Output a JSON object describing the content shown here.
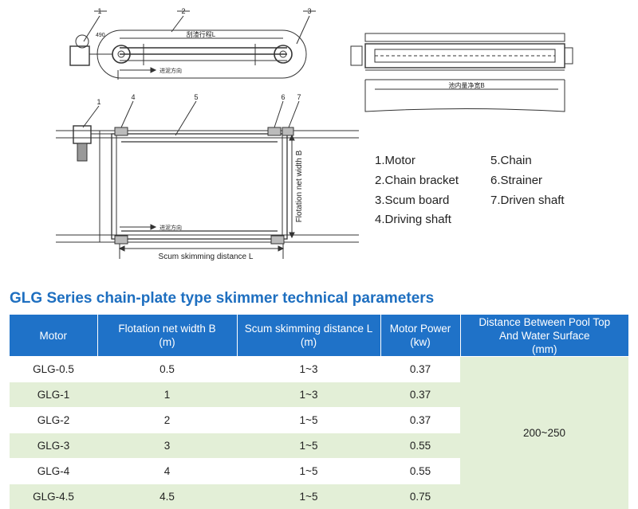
{
  "drawing": {
    "callouts": [
      "1",
      "2",
      "3",
      "1",
      "4",
      "5",
      "6",
      "7"
    ],
    "dim_490": "490",
    "cn_top_span": "刮渣行程L",
    "cn_direction": "进泥方向",
    "cn_pool_width": "池内量净宽B",
    "flotation_label": "Flotation net width B",
    "scum_label": "Scum skimming distance L"
  },
  "legend": {
    "left": [
      "1.Motor",
      "2.Chain bracket",
      "3.Scum board",
      "4.Driving shaft"
    ],
    "right": [
      "5.Chain",
      "6.Strainer",
      "7.Driven shaft"
    ]
  },
  "table": {
    "title": "GLG Series chain-plate type skimmer technical parameters",
    "headers": [
      [
        "Motor"
      ],
      [
        "Flotation net width B",
        "(m)"
      ],
      [
        "Scum skimming distance L",
        "(m)"
      ],
      [
        "Motor Power",
        "(kw)"
      ],
      [
        "Distance Between Pool Top",
        "And Water Surface",
        "(mm)"
      ]
    ],
    "rows": [
      [
        "GLG-0.5",
        "0.5",
        "1~3",
        "0.37"
      ],
      [
        "GLG-1",
        "1",
        "1~3",
        "0.37"
      ],
      [
        "GLG-2",
        "2",
        "1~5",
        "0.37"
      ],
      [
        "GLG-3",
        "3",
        "1~5",
        "0.55"
      ],
      [
        "GLG-4",
        "4",
        "1~5",
        "0.55"
      ],
      [
        "GLG-4.5",
        "4.5",
        "1~5",
        "0.75"
      ]
    ],
    "merged_value": "200~250"
  }
}
